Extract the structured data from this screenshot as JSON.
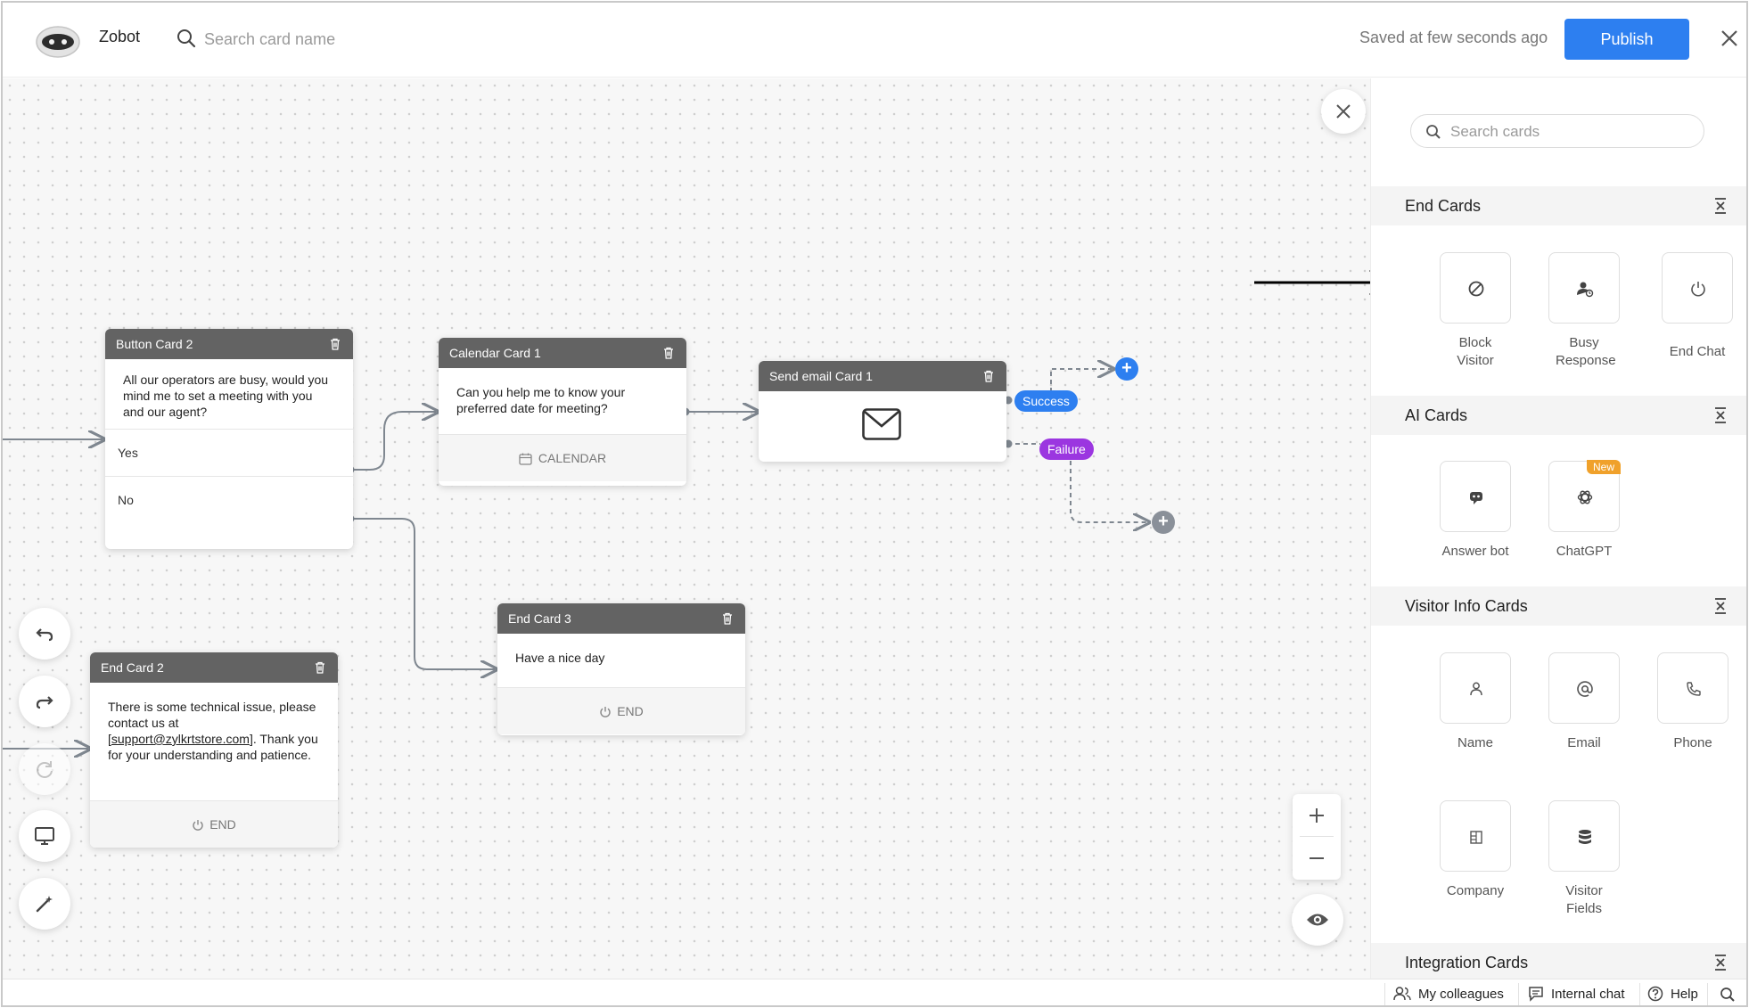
{
  "header": {
    "app_title": "Zobot",
    "search_placeholder": "Search card name",
    "saved_status": "Saved at few seconds ago",
    "publish_label": "Publish"
  },
  "canvas": {
    "cards": {
      "button_card": {
        "title": "Button Card 2",
        "message": "All our operators are busy, would you mind me to set a meeting with you and our agent?",
        "options": [
          "Yes",
          "No"
        ]
      },
      "calendar_card": {
        "title": "Calendar Card 1",
        "message": "Can you help me to know your preferred date for meeting?",
        "footer": "CALENDAR"
      },
      "send_email_card": {
        "title": "Send email Card 1"
      },
      "end_card_3": {
        "title": "End Card 3",
        "message": "Have a nice day",
        "footer": "END"
      },
      "end_card_2": {
        "title": "End Card 2",
        "message_before": "There is some technical issue, please contact us at [",
        "message_link": "support@zylkrtstore.com",
        "message_after": "]. Thank you for your understanding and patience.",
        "footer": "END"
      }
    },
    "branches": {
      "success": "Success",
      "failure": "Failure",
      "success_color": "#2d7ff0",
      "failure_color": "#9b36e0"
    }
  },
  "panel": {
    "search_placeholder": "Search cards",
    "sections": {
      "end_cards": {
        "title": "End Cards",
        "items": [
          {
            "label": "Block Visitor",
            "icon": "block-icon"
          },
          {
            "label": "Busy Response",
            "icon": "busy-user-icon"
          },
          {
            "label": "End Chat",
            "icon": "power-icon"
          }
        ]
      },
      "ai_cards": {
        "title": "AI Cards",
        "items": [
          {
            "label": "Answer bot",
            "icon": "bot-icon"
          },
          {
            "label": "ChatGPT",
            "icon": "openai-icon",
            "badge": "New"
          }
        ]
      },
      "visitor_info_cards": {
        "title": "Visitor Info Cards",
        "items": [
          {
            "label": "Name",
            "icon": "person-icon"
          },
          {
            "label": "Email",
            "icon": "at-icon"
          },
          {
            "label": "Phone",
            "icon": "phone-icon"
          },
          {
            "label": "Company",
            "icon": "building-icon"
          },
          {
            "label": "Visitor Fields",
            "icon": "database-icon"
          }
        ]
      },
      "integration_cards": {
        "title": "Integration Cards"
      }
    }
  },
  "footer": {
    "my_colleagues": "My colleagues",
    "internal_chat": "Internal chat",
    "help": "Help"
  },
  "colors": {
    "accent": "#2d7ff0",
    "card_header": "#636363",
    "connector": "#7f8790"
  }
}
